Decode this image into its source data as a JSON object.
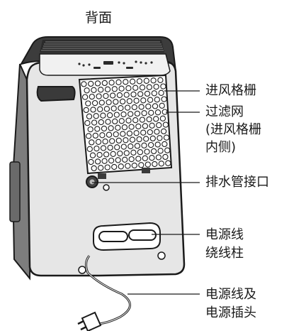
{
  "title": "背面",
  "labels": {
    "intake_grille": "进风格栅",
    "filter_line1": "过滤网",
    "filter_line2": "(进风格栅",
    "filter_line3": "内侧)",
    "drain": "排水管接口",
    "cord_post_line1": "电源线",
    "cord_post_line2": "绕线柱",
    "plug_line1": "电源线及",
    "plug_line2": "电源插头"
  }
}
